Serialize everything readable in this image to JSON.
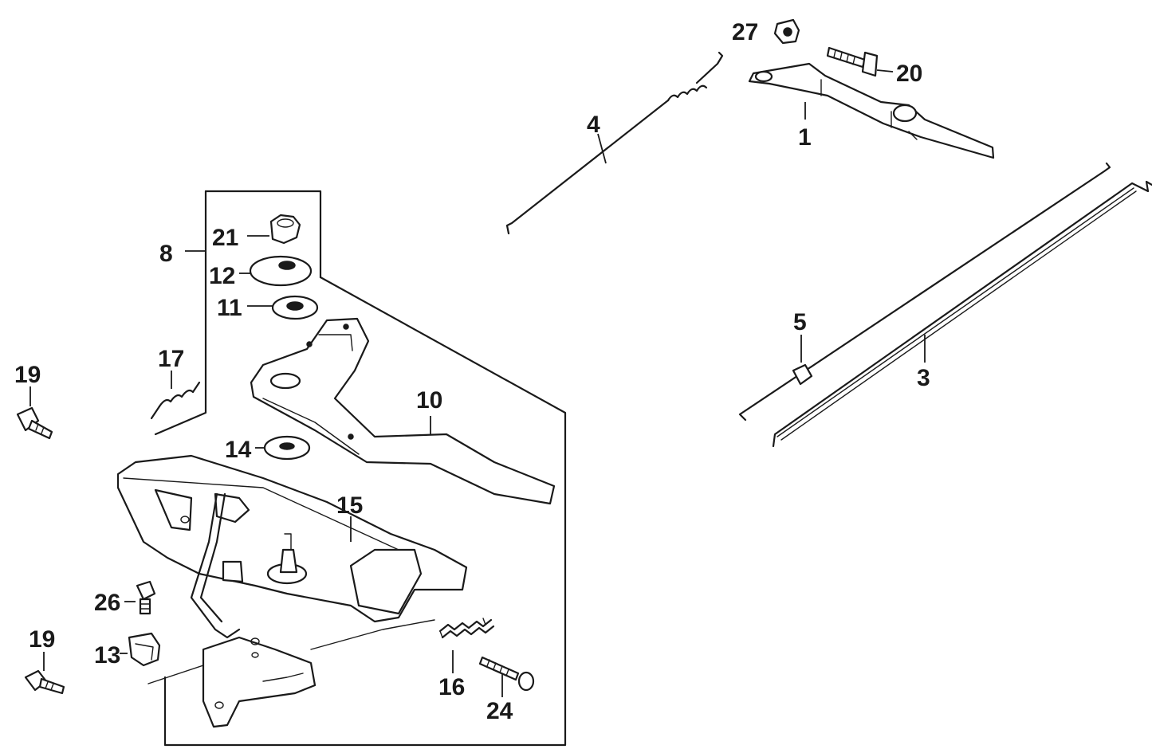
{
  "labels": {
    "p1": "1",
    "p3": "3",
    "p4": "4",
    "p5": "5",
    "p8": "8",
    "p10": "10",
    "p11": "11",
    "p12": "12",
    "p13": "13",
    "p14": "14",
    "p15": "15",
    "p16": "16",
    "p17": "17",
    "p19a": "19",
    "p19b": "19",
    "p20": "20",
    "p21": "21",
    "p24": "24",
    "p26": "26",
    "p27": "27"
  },
  "colors": {
    "ink": "#1a1a1a",
    "background": "#ffffff"
  }
}
